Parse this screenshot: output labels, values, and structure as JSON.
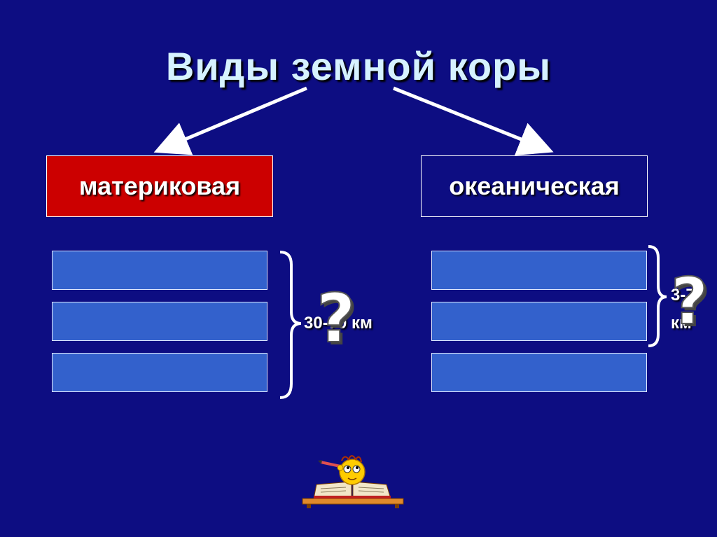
{
  "title": "Виды земной коры",
  "types": {
    "continental": {
      "label": "материковая",
      "thickness": "30-70 км",
      "layers": [
        "",
        "",
        ""
      ]
    },
    "oceanic": {
      "label": "океаническая",
      "thickness_top": "3-7",
      "thickness_bottom": "км",
      "layers": [
        "",
        "",
        ""
      ]
    }
  },
  "question_mark": "?",
  "colors": {
    "background": "#0d0d82",
    "continental_box": "#cc0000",
    "layer_fill": "#3361cc",
    "title_text": "#d6f2ff"
  }
}
